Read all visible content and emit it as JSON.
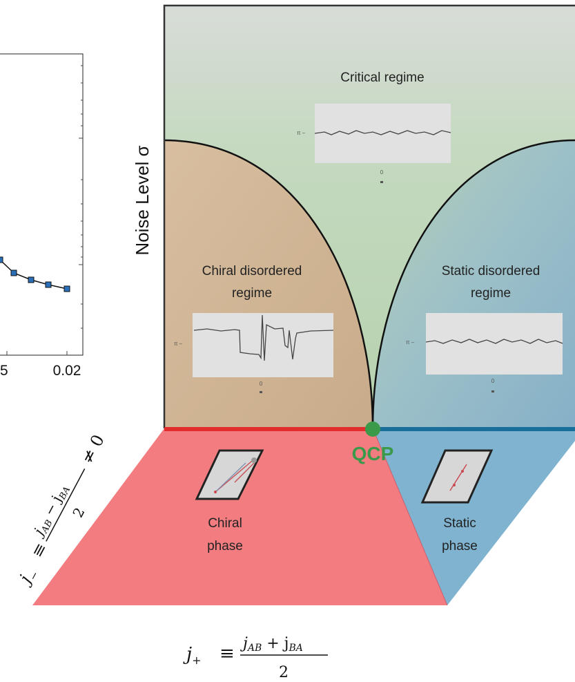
{
  "left_plot": {
    "x_tick_partial": "5",
    "x_tick_last": "0.02",
    "series_y": [
      0.38,
      0.32,
      0.3,
      0.275,
      0.26,
      0.25
    ]
  },
  "axis": {
    "y_label": "Noise Level σ",
    "x_label_lhs": "j",
    "x_label_sub": "+",
    "x_label_num": "j",
    "x_label_num_sub1": "AB",
    "x_label_plus": " + j",
    "x_label_num_sub2": "BA",
    "x_label_den": "2",
    "z_label_lhs": "j",
    "z_label_sub": "−",
    "z_label_num": "j",
    "z_label_num_sub1": "AB",
    "z_label_minus": " − j",
    "z_label_num_sub2": "BA",
    "z_label_den": "2",
    "z_label_neq": "≠ 0"
  },
  "regimes": {
    "critical": "Critical regime",
    "chiral_line1": "Chiral disordered",
    "chiral_line2": "regime",
    "static_line1": "Static disordered",
    "static_line2": "regime"
  },
  "phases": {
    "chiral_line1": "Chiral",
    "chiral_line2": "phase",
    "static_line1": "Static",
    "static_line2": "phase",
    "qcp": "QCP"
  },
  "colors": {
    "chiral_red": "#f27c80",
    "static_blue": "#7fb3cf",
    "red_line": "#e32d2d",
    "blue_line": "#1a6f9a",
    "qcp_green": "#3a9a4a",
    "marker_blue": "#2a6fb8"
  }
}
